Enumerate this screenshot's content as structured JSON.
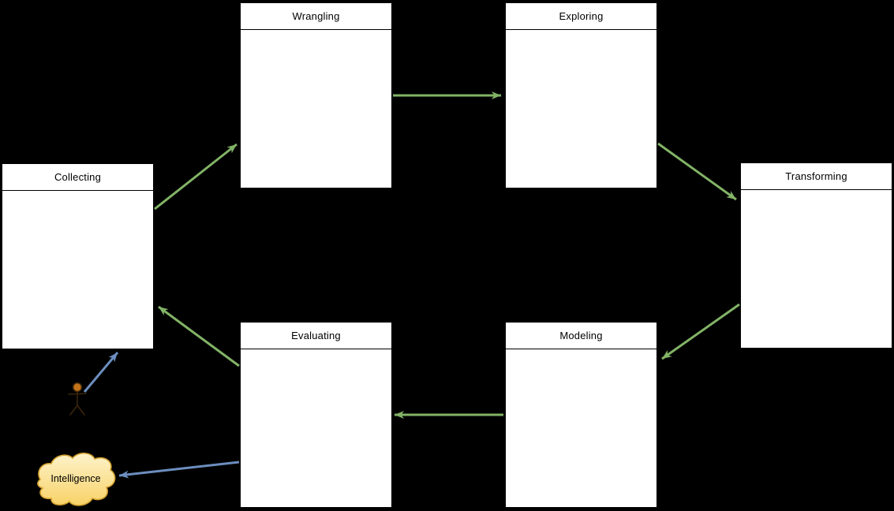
{
  "diagram": {
    "background_color": "#000000",
    "nodes": [
      {
        "id": "collecting",
        "label": "Collecting"
      },
      {
        "id": "wrangling",
        "label": "Wrangling"
      },
      {
        "id": "exploring",
        "label": "Exploring"
      },
      {
        "id": "transforming",
        "label": "Transforming"
      },
      {
        "id": "evaluating",
        "label": "Evaluating"
      },
      {
        "id": "modeling",
        "label": "Modeling"
      }
    ],
    "node_style": {
      "fill": "#ffffff",
      "border": "#000000",
      "title_color": "#000000"
    },
    "cloud": {
      "id": "intelligence",
      "label": "Intelligence",
      "icon": "cloud-icon",
      "fill_top": "#fdf3cb",
      "fill_bottom": "#f8d266",
      "border": "#d2a12f",
      "label_color": "#000000"
    },
    "actor": {
      "icon": "stick-figure-icon",
      "head_color": "#c4731b",
      "limb_color": "#3a250a"
    },
    "edges": {
      "flow_color": "#82b366",
      "io_color": "#6c8ebf",
      "flow": [
        {
          "from": "collecting",
          "to": "wrangling"
        },
        {
          "from": "wrangling",
          "to": "exploring"
        },
        {
          "from": "exploring",
          "to": "transforming"
        },
        {
          "from": "transforming",
          "to": "modeling"
        },
        {
          "from": "modeling",
          "to": "evaluating"
        },
        {
          "from": "evaluating",
          "to": "collecting"
        }
      ],
      "io": [
        {
          "from": "actor",
          "to": "collecting"
        },
        {
          "from": "evaluating",
          "to": "intelligence"
        }
      ]
    }
  }
}
